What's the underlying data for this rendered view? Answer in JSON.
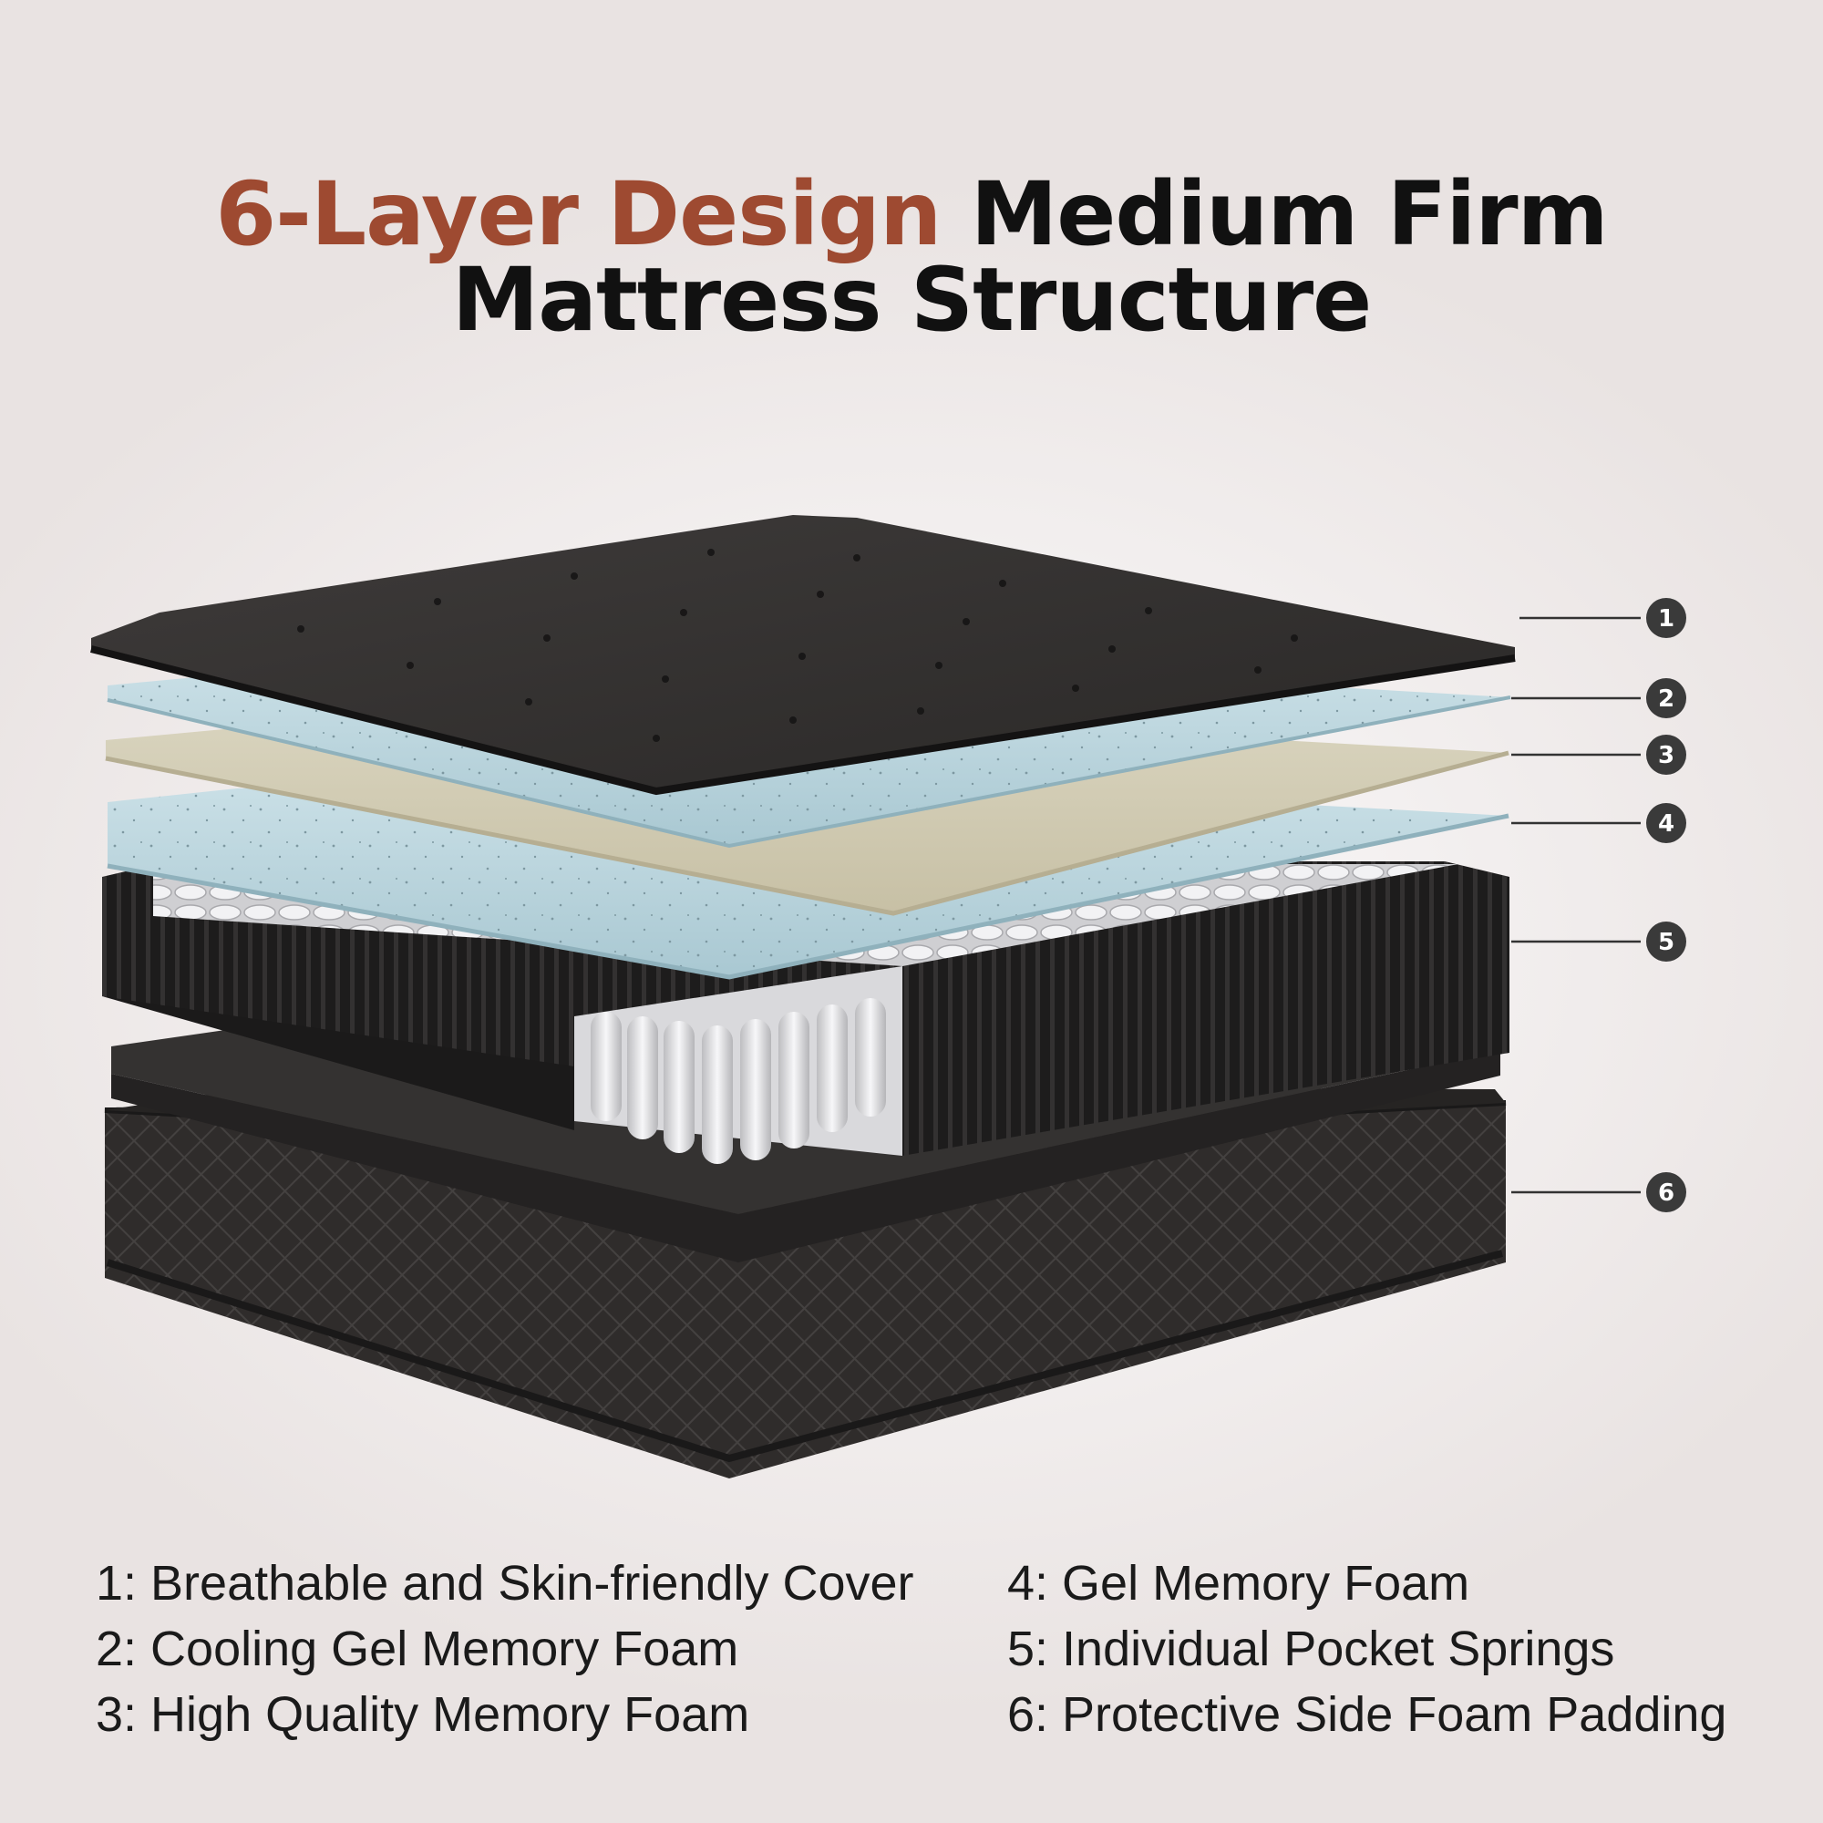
{
  "title": {
    "accent": "6-Layer Design",
    "rest_line1": "Medium Firm",
    "line2": "Mattress Structure"
  },
  "colors": {
    "accent": "#9e4a31",
    "text": "#111111",
    "callout": "#3a3a3a"
  },
  "callouts": [
    "1",
    "2",
    "3",
    "4",
    "5",
    "6"
  ],
  "legend": [
    "1: Breathable and Skin-friendly Cover",
    "4: Gel Memory Foam",
    "2: Cooling Gel Memory Foam",
    "5: Individual Pocket Springs",
    "3: High Quality Memory Foam",
    "6: Protective Side Foam Padding"
  ]
}
